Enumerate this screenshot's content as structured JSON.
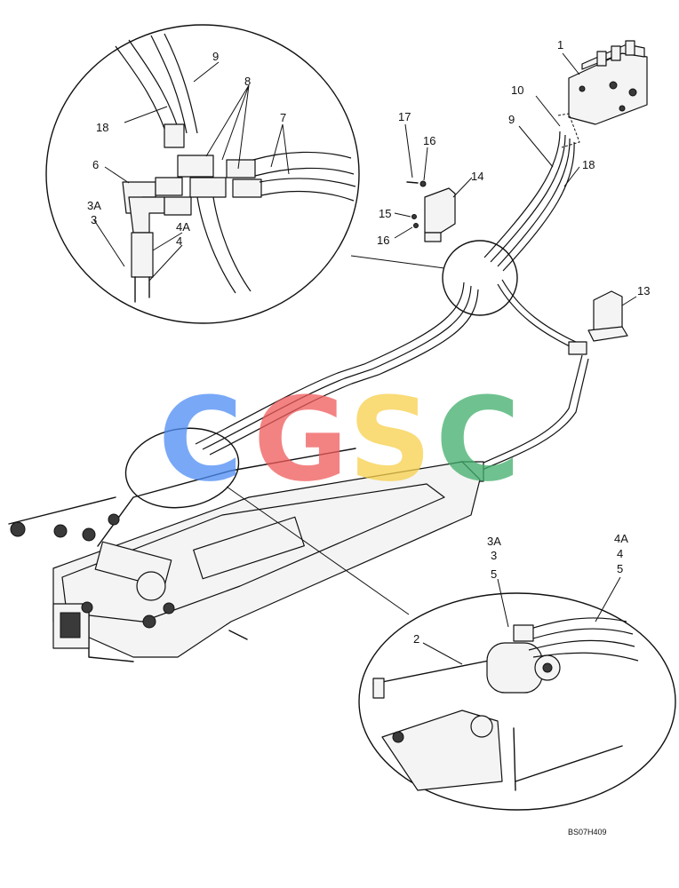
{
  "labels": {
    "l1": "1",
    "l2": "2",
    "l3_top": "3",
    "l3A_top": "3A",
    "l4_top": "4",
    "l4A_top": "4A",
    "l6": "6",
    "l7": "7",
    "l8": "8",
    "l9_top": "9",
    "l18_top": "18",
    "l9_mid": "9",
    "l10": "10",
    "l18_mid": "18",
    "l17": "17",
    "l16_a": "16",
    "l14": "14",
    "l15": "15",
    "l16_b": "16",
    "l13": "13",
    "l3A_bot": "3A",
    "l3_bot": "3",
    "l5_left": "5",
    "l4A_bot": "4A",
    "l4_bot": "4",
    "l5_right": "5"
  },
  "drawing_code": "BS07H409",
  "watermark": {
    "letters": [
      "C",
      "G",
      "S",
      "C"
    ],
    "colors": [
      "#4d8cf5",
      "#f05a5a",
      "#f7cf4a",
      "#3fae6a"
    ]
  }
}
